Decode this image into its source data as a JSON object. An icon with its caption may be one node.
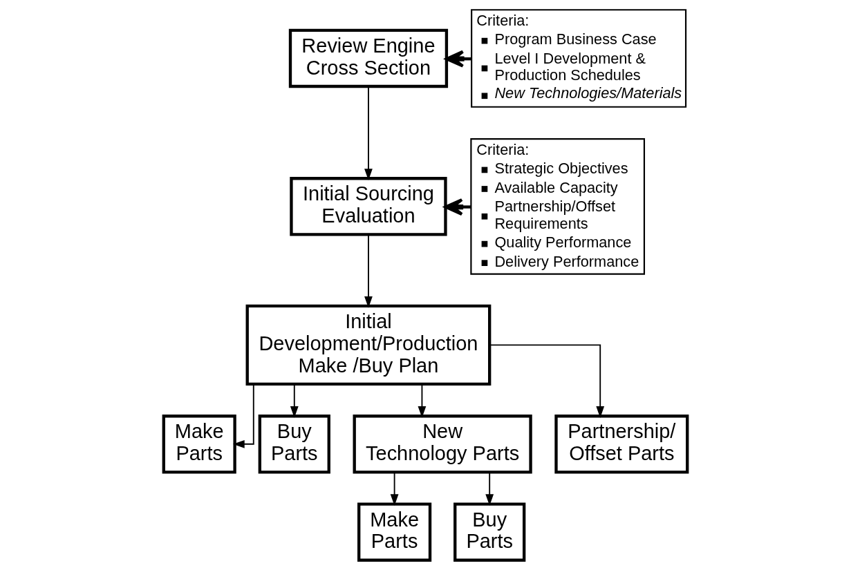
{
  "diagram": {
    "nodes": [
      {
        "text": [
          "Review Engine Cross Section"
        ]
      },
      {
        "text": [
          "Criteria:",
          "Program Business Case",
          "Level I Development & Production Schedules",
          "New Technologies/Materials"
        ]
      },
      {
        "text": [
          "Initial Sourcing Evaluation"
        ]
      },
      {
        "text": [
          "Criteria:",
          "Strategic Objectives",
          "Available Capacity",
          "Partnership/Offset Requirements",
          "Quality Performance",
          "Delivery Performance"
        ]
      },
      {
        "text": [
          "Initial Development/Production Make /Buy Plan"
        ]
      },
      {
        "text": [
          "Make Parts"
        ]
      },
      {
        "text": [
          "Buy Parts"
        ]
      },
      {
        "text": [
          "New Technology Parts"
        ]
      },
      {
        "text": [
          "Partnership/ Offset Parts"
        ]
      },
      {
        "text": [
          "Make Parts"
        ]
      },
      {
        "text": [
          "Buy Parts"
        ]
      }
    ],
    "edges": [
      {
        "from": 1,
        "to": 0,
        "arrow": "to",
        "style": "thick"
      },
      {
        "from": 0,
        "to": 2,
        "arrow": "to"
      },
      {
        "from": 3,
        "to": 2,
        "arrow": "to",
        "style": "thick"
      },
      {
        "from": 2,
        "to": 4,
        "arrow": "to"
      },
      {
        "from": 4,
        "to": 5,
        "arrow": "to"
      },
      {
        "from": 4,
        "to": 6,
        "arrow": "to"
      },
      {
        "from": 4,
        "to": 7,
        "arrow": "to"
      },
      {
        "from": 4,
        "to": 8,
        "arrow": "to"
      },
      {
        "from": 7,
        "to": 9,
        "arrow": "to"
      },
      {
        "from": 7,
        "to": 10,
        "arrow": "to"
      }
    ]
  }
}
